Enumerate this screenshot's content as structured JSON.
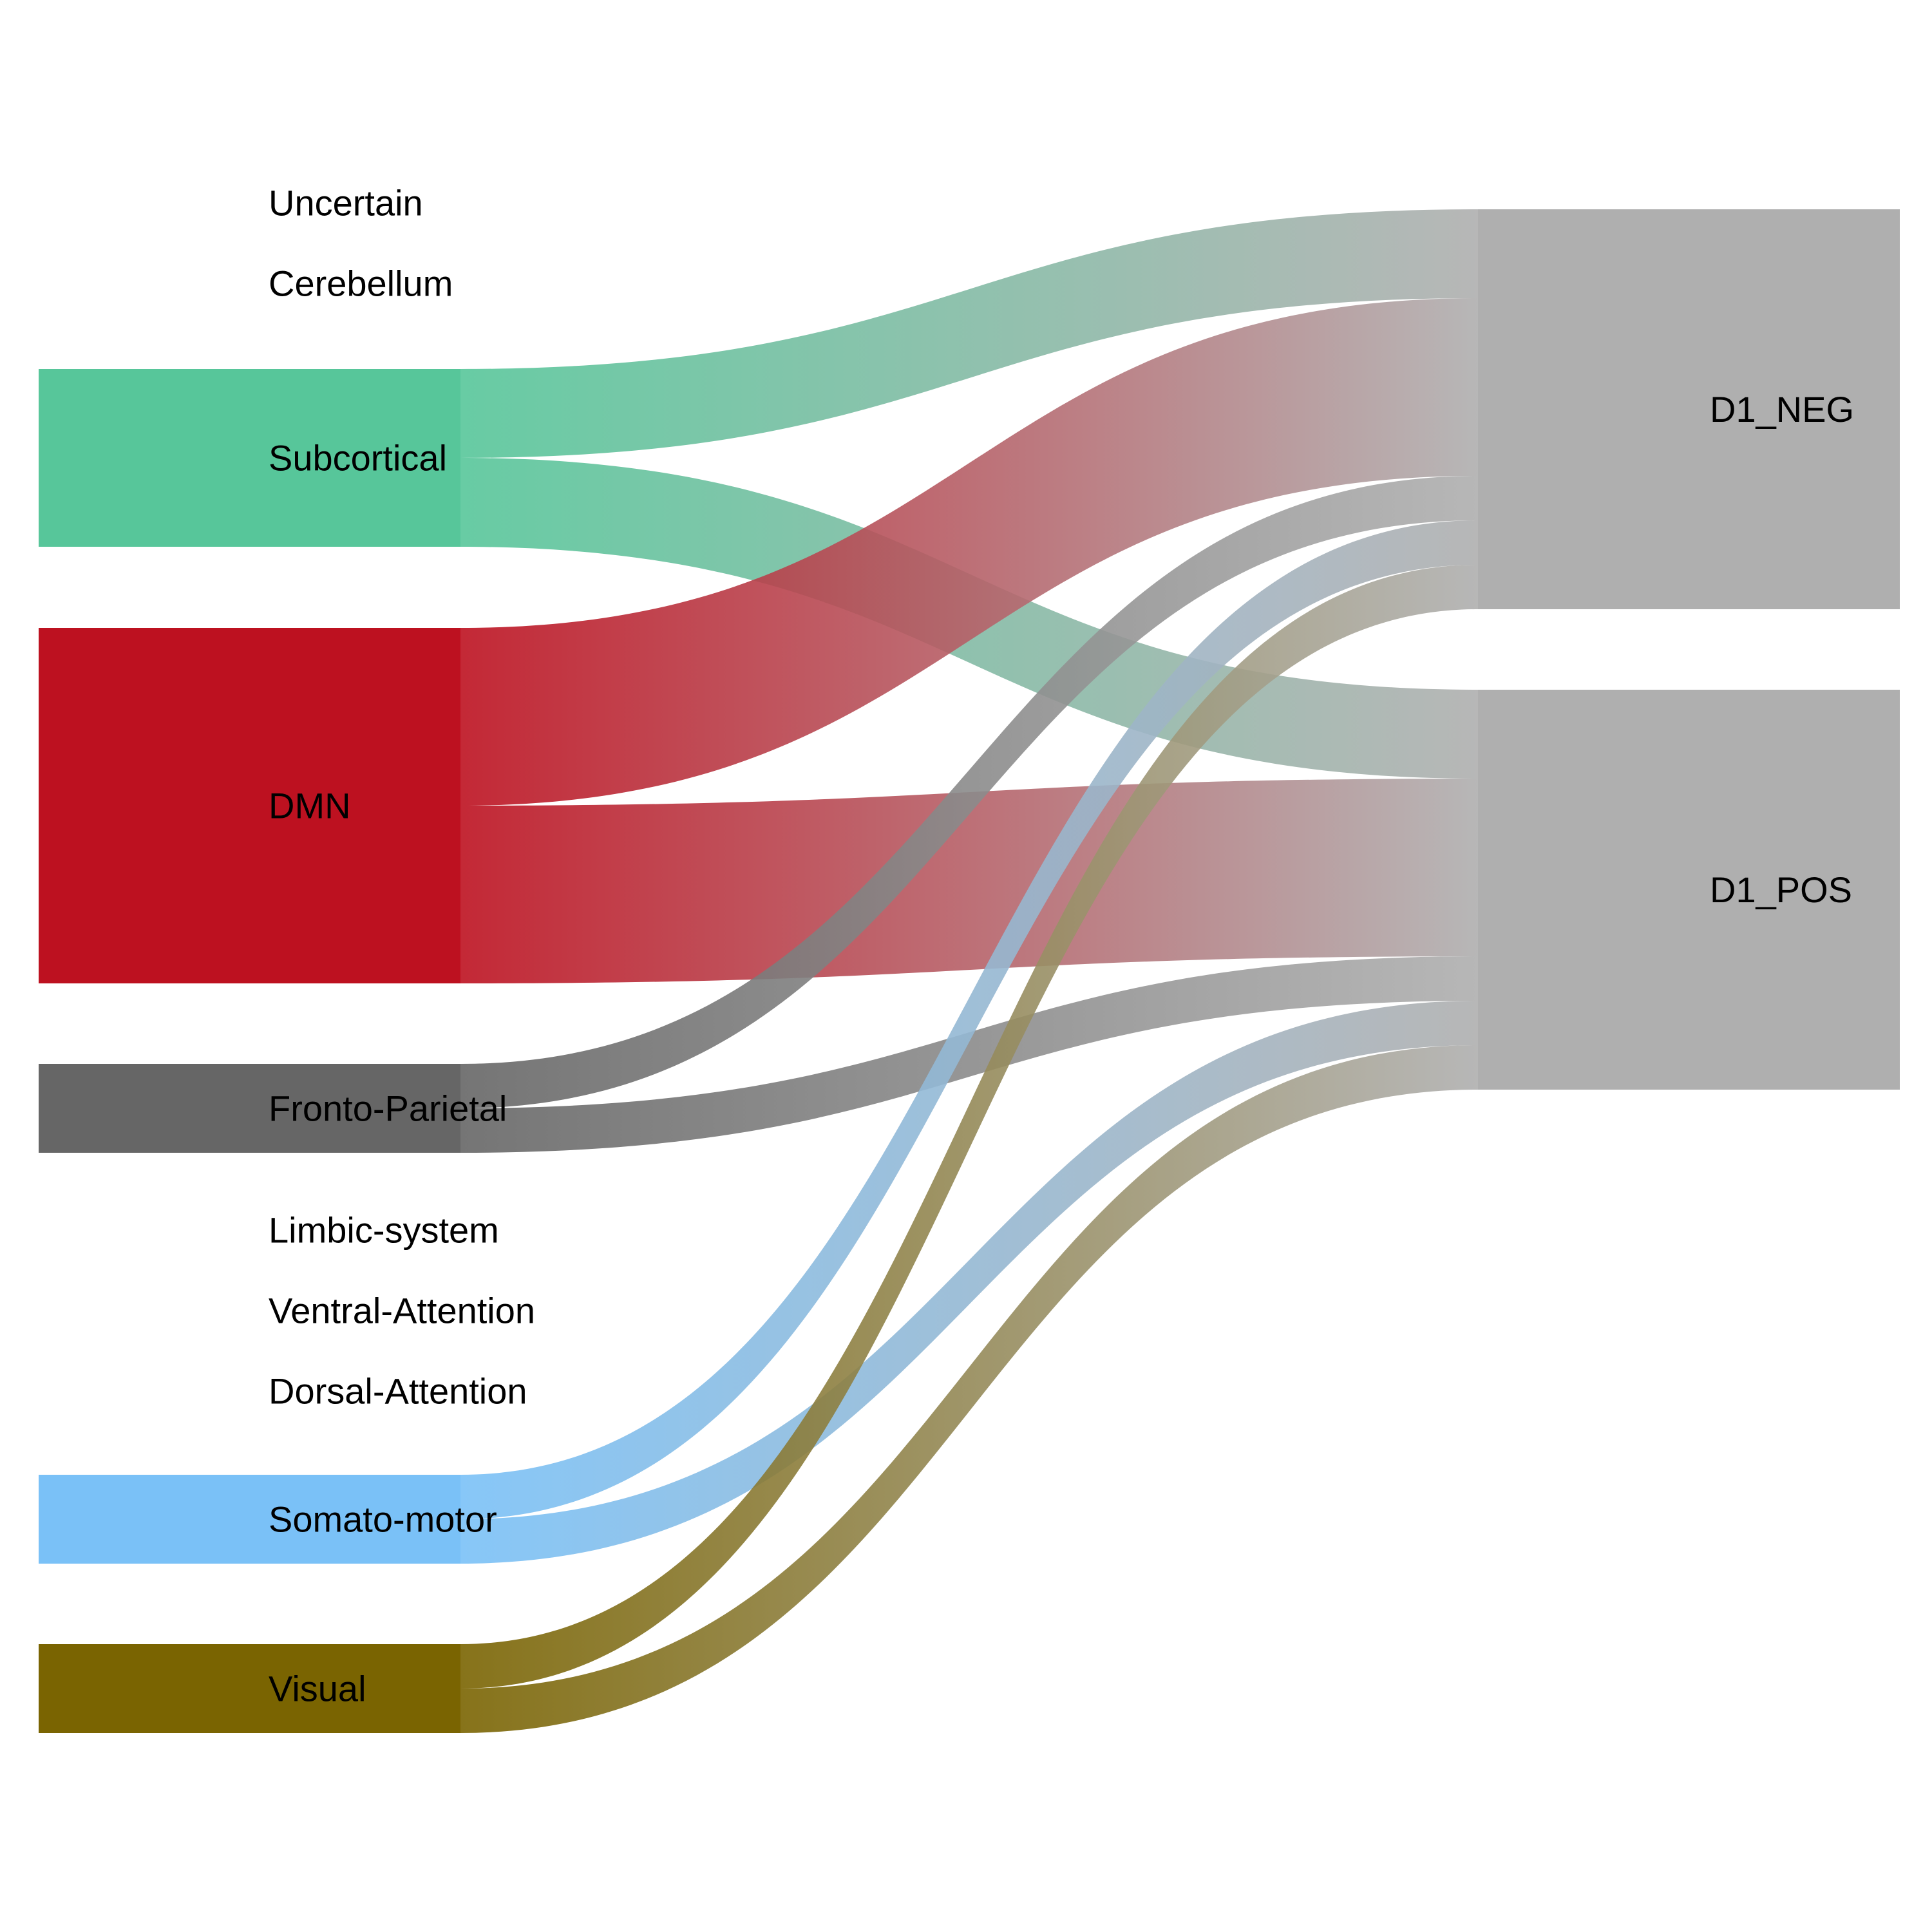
{
  "chart_data": {
    "type": "sankey",
    "nodes": [
      {
        "id": "uncertain",
        "label": "Uncertain",
        "side": "left",
        "value": 0,
        "color": "#bbbbbb"
      },
      {
        "id": "cerebellum",
        "label": "Cerebellum",
        "side": "left",
        "value": 0,
        "color": "#bbbbbb"
      },
      {
        "id": "subcortical",
        "label": "Subcortical",
        "side": "left",
        "value": 4,
        "color": "#57c69a"
      },
      {
        "id": "dmn",
        "label": "DMN",
        "side": "left",
        "value": 8,
        "color": "#bd1120"
      },
      {
        "id": "fronto_parietal",
        "label": "Fronto-Parietal",
        "side": "left",
        "value": 2,
        "color": "#666666"
      },
      {
        "id": "limbic",
        "label": "Limbic-system",
        "side": "left",
        "value": 0,
        "color": "#bbbbbb"
      },
      {
        "id": "ventral_attention",
        "label": "Ventral-Attention",
        "side": "left",
        "value": 0,
        "color": "#bbbbbb"
      },
      {
        "id": "dorsal_attention",
        "label": "Dorsal-Attention",
        "side": "left",
        "value": 0,
        "color": "#bbbbbb"
      },
      {
        "id": "somato_motor",
        "label": "Somato-motor",
        "side": "left",
        "value": 2,
        "color": "#7ac1f7"
      },
      {
        "id": "visual",
        "label": "Visual",
        "side": "left",
        "value": 2,
        "color": "#7a6401"
      },
      {
        "id": "d1_neg",
        "label": "D1_NEG",
        "side": "right",
        "value": 9,
        "color": "#afafaf"
      },
      {
        "id": "d1_pos",
        "label": "D1_POS",
        "side": "right",
        "value": 9,
        "color": "#afafaf"
      }
    ],
    "links": [
      {
        "source": "subcortical",
        "target": "d1_neg",
        "value": 2
      },
      {
        "source": "subcortical",
        "target": "d1_pos",
        "value": 2
      },
      {
        "source": "dmn",
        "target": "d1_neg",
        "value": 4
      },
      {
        "source": "dmn",
        "target": "d1_pos",
        "value": 4
      },
      {
        "source": "fronto_parietal",
        "target": "d1_neg",
        "value": 1
      },
      {
        "source": "fronto_parietal",
        "target": "d1_pos",
        "value": 1
      },
      {
        "source": "somato_motor",
        "target": "d1_neg",
        "value": 1
      },
      {
        "source": "somato_motor",
        "target": "d1_pos",
        "value": 1
      },
      {
        "source": "visual",
        "target": "d1_neg",
        "value": 1
      },
      {
        "source": "visual",
        "target": "d1_pos",
        "value": 1
      }
    ]
  }
}
